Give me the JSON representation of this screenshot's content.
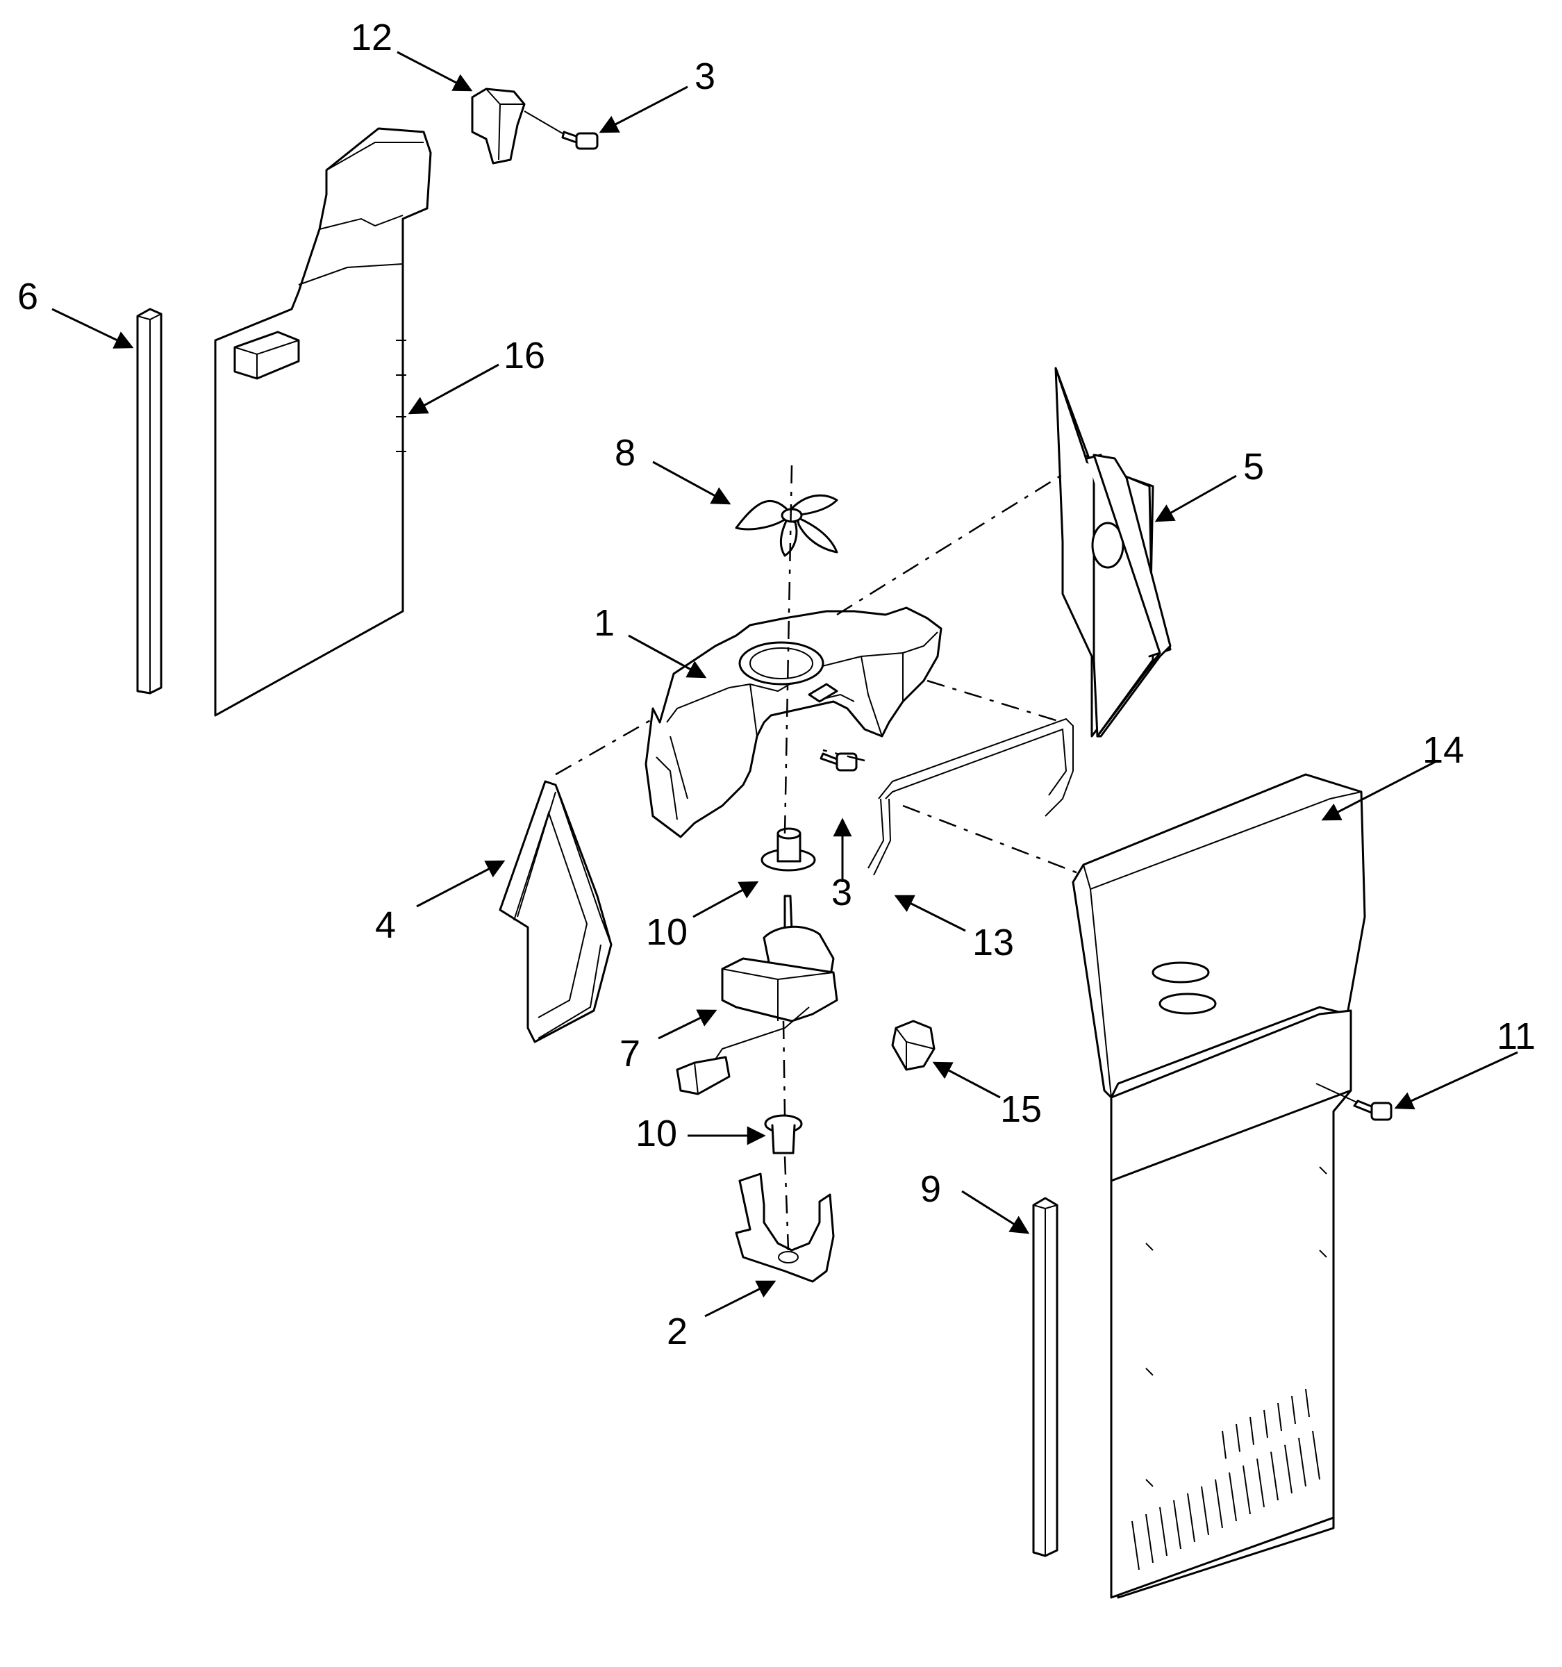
{
  "diagram": {
    "callouts": [
      {
        "id": "c1",
        "label": "1"
      },
      {
        "id": "c2",
        "label": "2"
      },
      {
        "id": "c3a",
        "label": "3"
      },
      {
        "id": "c3b",
        "label": "3"
      },
      {
        "id": "c4",
        "label": "4"
      },
      {
        "id": "c5",
        "label": "5"
      },
      {
        "id": "c6",
        "label": "6"
      },
      {
        "id": "c7",
        "label": "7"
      },
      {
        "id": "c8",
        "label": "8"
      },
      {
        "id": "c9",
        "label": "9"
      },
      {
        "id": "c10a",
        "label": "10"
      },
      {
        "id": "c10b",
        "label": "10"
      },
      {
        "id": "c11",
        "label": "11"
      },
      {
        "id": "c12",
        "label": "12"
      },
      {
        "id": "c13",
        "label": "13"
      },
      {
        "id": "c14",
        "label": "14"
      },
      {
        "id": "c15",
        "label": "15"
      },
      {
        "id": "c16",
        "label": "16"
      }
    ]
  }
}
